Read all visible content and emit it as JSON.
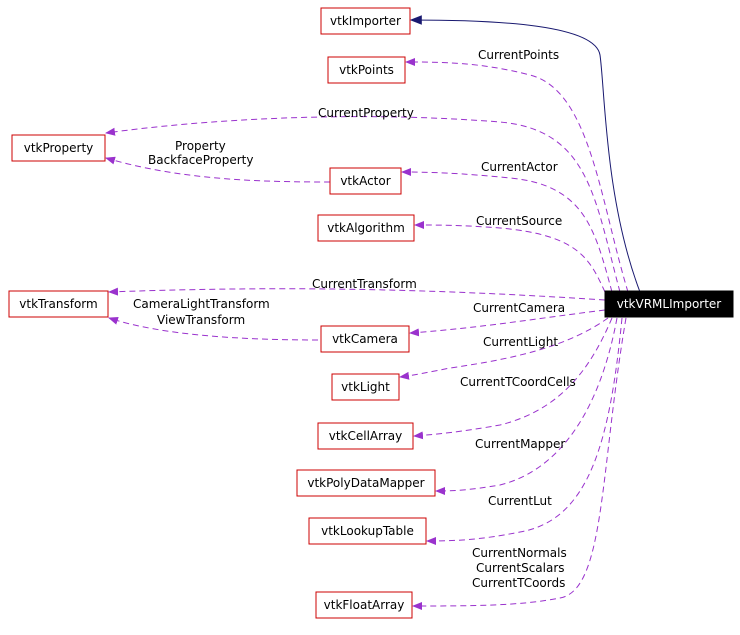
{
  "colors": {
    "node_border": "#cc0000",
    "main_fill": "#000000",
    "main_text": "#ffffff",
    "usage_edge": "#9a32cd",
    "inherit_edge": "#191970"
  },
  "nodes": {
    "importer": "vtkImporter",
    "points": "vtkPoints",
    "property": "vtkProperty",
    "actor": "vtkActor",
    "algorithm": "vtkAlgorithm",
    "transform": "vtkTransform",
    "vrml": "vtkVRMLImporter",
    "camera": "vtkCamera",
    "light": "vtkLight",
    "cellarray": "vtkCellArray",
    "mapper": "vtkPolyDataMapper",
    "lut": "vtkLookupTable",
    "floatarray": "vtkFloatArray"
  },
  "labels": {
    "current_points": "CurrentPoints",
    "current_property": "CurrentProperty",
    "property": "Property",
    "backface_property": "BackfaceProperty",
    "current_actor": "CurrentActor",
    "current_source": "CurrentSource",
    "current_transform": "CurrentTransform",
    "camera_light_transform": "CameraLightTransform",
    "view_transform": "ViewTransform",
    "current_camera": "CurrentCamera",
    "current_light": "CurrentLight",
    "current_tcoord_cells": "CurrentTCoordCells",
    "current_mapper": "CurrentMapper",
    "current_lut": "CurrentLut",
    "current_normals": "CurrentNormals",
    "current_scalars": "CurrentScalars",
    "current_tcoords": "CurrentTCoords"
  }
}
